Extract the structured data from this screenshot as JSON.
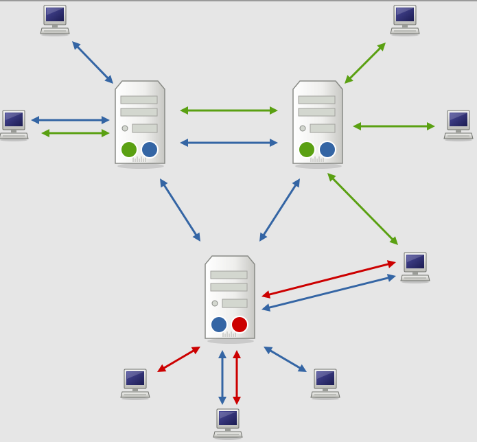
{
  "colors": {
    "background": "#e6e6e6",
    "green": "#5aa012",
    "blue": "#3465a4",
    "red": "#cc0000",
    "server_body": "#eeeeec",
    "server_outline": "#888a85",
    "screen": "#2c2c6e"
  },
  "nodes": [
    {
      "id": "server-left",
      "kind": "server",
      "dots": [
        "green",
        "blue"
      ]
    },
    {
      "id": "server-right",
      "kind": "server",
      "dots": [
        "green",
        "blue"
      ]
    },
    {
      "id": "server-bottom",
      "kind": "server",
      "dots": [
        "blue",
        "red"
      ]
    },
    {
      "id": "computer-top-left",
      "kind": "computer-icon"
    },
    {
      "id": "computer-mid-left",
      "kind": "computer-icon"
    },
    {
      "id": "computer-top-right",
      "kind": "computer-icon"
    },
    {
      "id": "computer-mid-right",
      "kind": "computer-icon"
    },
    {
      "id": "computer-right-lower",
      "kind": "computer-icon"
    },
    {
      "id": "computer-bottom-left",
      "kind": "computer-icon"
    },
    {
      "id": "computer-bottom-center",
      "kind": "computer-icon"
    },
    {
      "id": "computer-bottom-right",
      "kind": "computer-icon"
    }
  ],
  "edges": [
    {
      "id": "e1",
      "color": "blue",
      "bidirectional": true
    },
    {
      "id": "e2",
      "color": "blue",
      "bidirectional": true
    },
    {
      "id": "e3",
      "color": "green",
      "bidirectional": true
    },
    {
      "id": "e4",
      "color": "green",
      "bidirectional": true
    },
    {
      "id": "e5",
      "color": "blue",
      "bidirectional": true
    },
    {
      "id": "e6",
      "color": "green",
      "bidirectional": true
    },
    {
      "id": "e7",
      "color": "green",
      "bidirectional": true
    },
    {
      "id": "e8",
      "color": "blue",
      "bidirectional": true
    },
    {
      "id": "e9",
      "color": "blue",
      "bidirectional": true
    },
    {
      "id": "e10",
      "color": "green",
      "bidirectional": true
    },
    {
      "id": "e11",
      "color": "red",
      "bidirectional": true
    },
    {
      "id": "e12",
      "color": "blue",
      "bidirectional": true
    },
    {
      "id": "e13",
      "color": "red",
      "bidirectional": true
    },
    {
      "id": "e14",
      "color": "blue",
      "bidirectional": true
    },
    {
      "id": "e15",
      "color": "red",
      "bidirectional": true
    },
    {
      "id": "e16",
      "color": "blue",
      "bidirectional": true
    }
  ]
}
